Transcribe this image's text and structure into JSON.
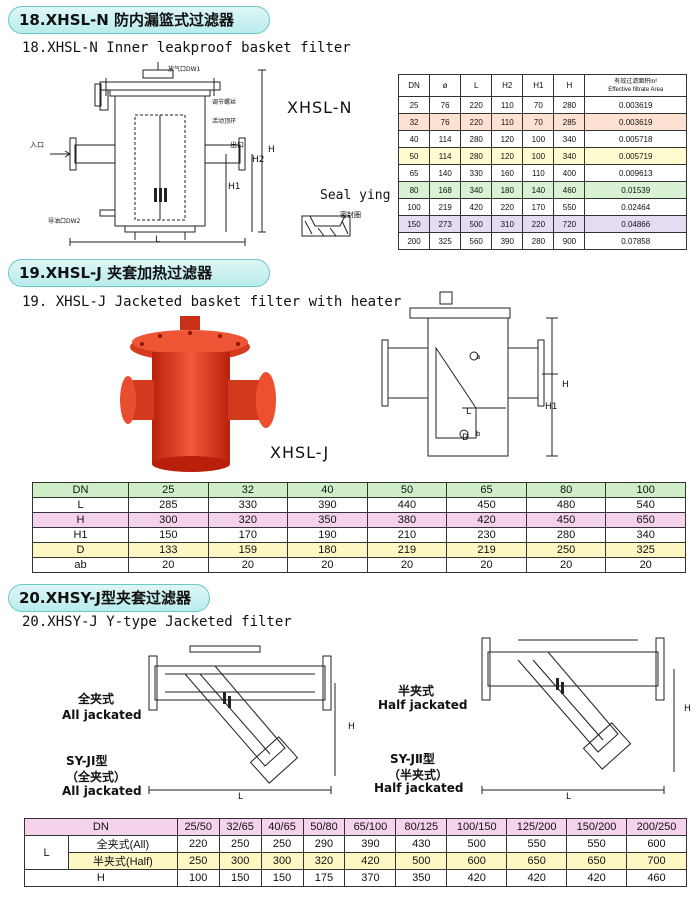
{
  "section18": {
    "heading": "18.XHSL-N 防内漏篮式过滤器",
    "subtitle": "18.XHSL-N Inner leakproof basket filter",
    "model_label": "XHSL-N",
    "seal_label": "Seal ying",
    "seal_cn": "密封圈",
    "drawing_labels": {
      "vent": "放气口DW1",
      "adjust": "调节螺丝",
      "active": "活动顶环",
      "inlet": "入口",
      "outlet": "出口",
      "drain": "导油口DW2",
      "L": "L",
      "H": "H",
      "H1": "H1",
      "H2": "H2"
    },
    "table": {
      "headers": [
        "DN",
        "ø",
        "L",
        "H2",
        "H1",
        "H",
        "有效过滤面积m²",
        "Effective filtrate Area"
      ],
      "rows": [
        [
          "25",
          "76",
          "220",
          "110",
          "70",
          "280",
          "0.003619"
        ],
        [
          "32",
          "76",
          "220",
          "110",
          "70",
          "285",
          "0.003619"
        ],
        [
          "40",
          "114",
          "280",
          "120",
          "100",
          "340",
          "0.005718"
        ],
        [
          "50",
          "114",
          "280",
          "120",
          "100",
          "340",
          "0.005719"
        ],
        [
          "65",
          "140",
          "330",
          "160",
          "110",
          "400",
          "0.009613"
        ],
        [
          "80",
          "168",
          "340",
          "180",
          "140",
          "460",
          "0.01539"
        ],
        [
          "100",
          "219",
          "420",
          "220",
          "170",
          "550",
          "0.02464"
        ],
        [
          "150",
          "273",
          "500",
          "310",
          "220",
          "720",
          "0.04866"
        ],
        [
          "200",
          "325",
          "560",
          "390",
          "280",
          "900",
          "0.07858"
        ]
      ],
      "row_colors": [
        "#ffffff",
        "#fde1d3",
        "#ffffff",
        "#fefbd0",
        "#ffffff",
        "#d9f2d3",
        "#ffffff",
        "#e4dcf2",
        "#ffffff"
      ]
    }
  },
  "section19": {
    "heading": "19.XHSL-J 夹套加热过滤器",
    "subtitle": "19. XHSL-J Jacketed basket filter with heater",
    "model_label": "XHSL-J",
    "drawing_labels": {
      "L": "L",
      "H": "H",
      "H1": "H1",
      "D": "D",
      "a": "a",
      "b": "b"
    },
    "table": {
      "rows": [
        {
          "label": "DN",
          "values": [
            "25",
            "32",
            "40",
            "50",
            "65",
            "80",
            "100"
          ],
          "color": "#cfeec8"
        },
        {
          "label": "L",
          "values": [
            "285",
            "330",
            "390",
            "440",
            "450",
            "480",
            "540"
          ],
          "color": "#ffffff"
        },
        {
          "label": "H",
          "values": [
            "300",
            "320",
            "350",
            "380",
            "420",
            "450",
            "650"
          ],
          "color": "#f4d2ec"
        },
        {
          "label": "H1",
          "values": [
            "150",
            "170",
            "190",
            "210",
            "230",
            "280",
            "340"
          ],
          "color": "#ffffff"
        },
        {
          "label": "D",
          "values": [
            "133",
            "159",
            "180",
            "219",
            "219",
            "250",
            "325"
          ],
          "color": "#fdf7c4"
        },
        {
          "label": "ab",
          "values": [
            "20",
            "20",
            "20",
            "20",
            "20",
            "20",
            "20"
          ],
          "color": "#ffffff"
        }
      ]
    }
  },
  "section20": {
    "heading": "20.XHSY-J型夹套过滤器",
    "subtitle": "20.XHSY-J Y-type Jacketed filter",
    "label_all_cn": "全夹式",
    "label_all_en": "All jackated",
    "label_half_cn": "半夹式",
    "label_half_en": "Half jackated",
    "label_sy1": "SY-JⅠ型",
    "label_sy1_paren": "（全夹式）",
    "label_sy1_en": "All jackated",
    "label_sy2": "SY-JⅡ型",
    "label_sy2_paren": "（半夹式）",
    "label_sy2_en": "Half jackated",
    "drawing_labels": {
      "L": "L",
      "H": "H"
    },
    "table": {
      "header_label": "DN",
      "dn": [
        "25/50",
        "32/65",
        "40/65",
        "50/80",
        "65/100",
        "80/125",
        "100/150",
        "125/200",
        "150/200",
        "200/250"
      ],
      "L_label": "L",
      "all_label": "全夹式(All)",
      "half_label": "半夹式(Half)",
      "all": [
        "220",
        "250",
        "250",
        "290",
        "390",
        "430",
        "500",
        "550",
        "550",
        "600"
      ],
      "half": [
        "250",
        "300",
        "300",
        "320",
        "420",
        "500",
        "600",
        "650",
        "650",
        "700"
      ],
      "H_label": "H",
      "H": [
        "100",
        "150",
        "150",
        "175",
        "370",
        "350",
        "420",
        "420",
        "420",
        "460"
      ],
      "header_color": "#f6d3ec",
      "half_color": "#fdf7c4"
    }
  }
}
